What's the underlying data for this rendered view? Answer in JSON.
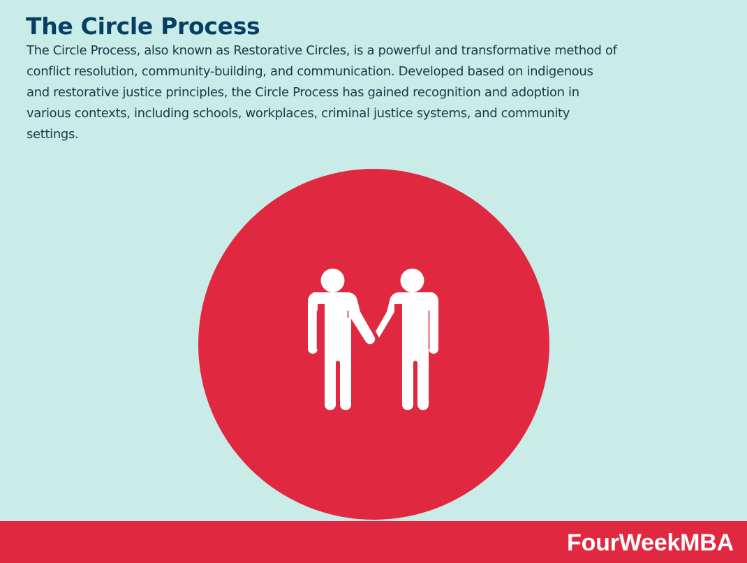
{
  "header": {
    "title": "The Circle Process"
  },
  "description": {
    "lines": [
      "The Circle Process, also known as Restorative Circles, is a powerful and transformative method of",
      "conflict resolution, community-building, and communication. Developed based on indigenous",
      "and restorative justice principles, the Circle Process has gained recognition and adoption in",
      "various contexts, including schools, workplaces, criminal justice systems, and community",
      "settings."
    ]
  },
  "illustration": {
    "icon": "two-people-holding-hands-icon",
    "circle_color": "#e02940",
    "figure_color": "#ffffff"
  },
  "footer": {
    "brand": "FourWeekMBA",
    "color": "#e02940"
  },
  "colors": {
    "background": "#c9ece9",
    "title": "#073e64",
    "body_text": "#1a3b43"
  }
}
